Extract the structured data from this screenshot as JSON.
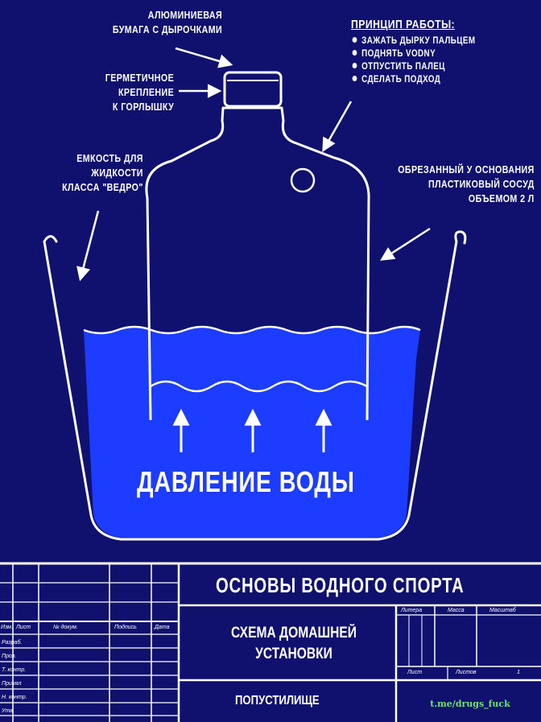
{
  "colors": {
    "background": "#10106e",
    "water": "#1c3dff",
    "water_deep": "#1530e8",
    "lines": "#ffffff",
    "watermark": "#6fe36f"
  },
  "labels": {
    "foil": [
      "АЛЮМИНИЕВАЯ",
      "БУМАГА С ДЫРОЧКАМИ"
    ],
    "seal": [
      "ГЕРМЕТИЧНОЕ",
      "КРЕПЛЕНИЕ",
      "К ГОРЛЫШКУ"
    ],
    "bucket": [
      "ЕМКОСТЬ ДЛЯ",
      "ЖИДКОСТИ",
      "КЛАССА \"ВЕДРО\""
    ],
    "bottle": [
      "ОБРЕЗАННЫЙ У ОСНОВАНИЯ",
      "ПЛАСТИКОВЫЙ СОСУД",
      "ОБЪЕМОМ 2 Л"
    ],
    "pressure": "ДАВЛЕНИЕ ВОДЫ"
  },
  "principle": {
    "title": "ПРИНЦИП РАБОТЫ:",
    "steps": [
      "ЗАЖАТЬ ДЫРКУ ПАЛЬЦЕМ",
      "ПОДНЯТЬ VODNY",
      "ОТПУСТИТЬ ПАЛЕЦ",
      "СДЕЛАТЬ ПОДХОД"
    ]
  },
  "stamp": {
    "title": "ОСНОВЫ ВОДНОГО СПОРТА",
    "subtitle": [
      "СХЕМА ДОМАШНЕЙ",
      "УСТАНОВКИ"
    ],
    "name": "ПОПУСТИЛИЩЕ",
    "columns": [
      "Изм.",
      "Лист",
      "№ докум.",
      "Подпись",
      "Дата"
    ],
    "rows": [
      "Разраб.",
      "Пров.",
      "Т. контр.",
      "Принял",
      "Н. контр.",
      "Утв."
    ],
    "right_headers": [
      "Литера",
      "Масса",
      "Масштаб"
    ],
    "sheet_label": "Лист",
    "sheets_label": "Листов",
    "sheets_value": "1"
  },
  "watermark": "t.me/drugs_fuck"
}
